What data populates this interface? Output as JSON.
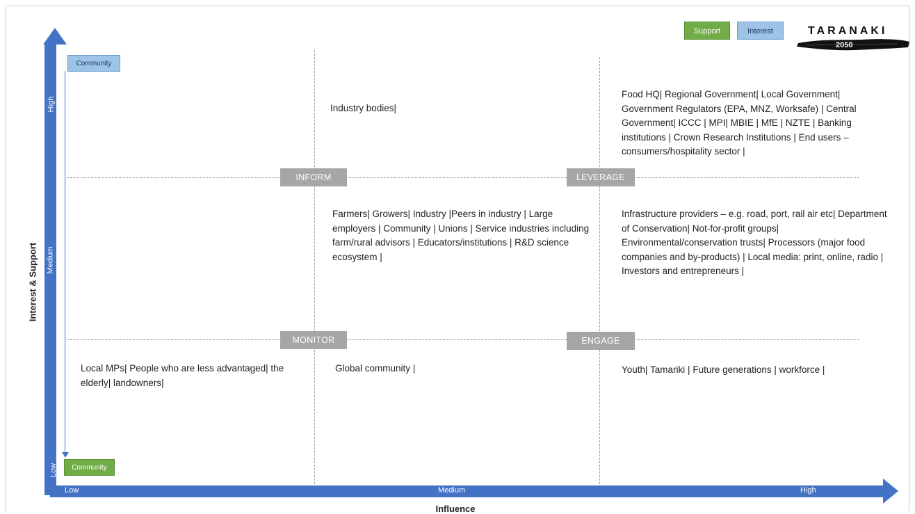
{
  "legend": {
    "support_label": "Support",
    "interest_label": "Interest",
    "support_color": "#70ad47",
    "interest_color": "#9dc3e6"
  },
  "logo": {
    "text": "TARANAKI",
    "year": "2050"
  },
  "y_axis": {
    "title": "Interest & Support",
    "ticks": [
      "High",
      "Medium",
      "Low"
    ],
    "color": "#4472c4"
  },
  "x_axis": {
    "title": "Influence",
    "ticks": [
      "Low",
      "Medium",
      "High"
    ]
  },
  "markers": {
    "community_interest": "Community",
    "community_support": "Community"
  },
  "quadrant_labels": {
    "inform": "INFORM",
    "leverage": "LEVERAGE",
    "monitor": "MONITOR",
    "engage": "ENGAGE"
  },
  "cells": {
    "high_medium": "Industry bodies|",
    "high_high": "Food HQ| Regional Government| Local Government| Government Regulators (EPA, MNZ, Worksafe) | Central Government| ICCC | MPI| MBIE | MfE | NZTE | Banking institutions | Crown Research Institutions | End users – consumers/hospitality sector |",
    "medium_medium": "Farmers| Growers| Industry |Peers in industry | Large employers | Community | Unions | Service industries including farm/rural advisors | Educators/institutions | R&D science ecosystem |",
    "medium_high": "Infrastructure providers – e.g. road, port, rail air etc| Department of Conservation| Not-for-profit groups| Environmental/conservation trusts| Processors (major food companies and by-products) | Local media: print, online, radio | Investors and entrepreneurs |",
    "low_low": "Local MPs| People who are less advantaged| the elderly| landowners|",
    "low_medium": "Global community |",
    "low_high": "Youth| Tamariki | Future generations | workforce |"
  }
}
